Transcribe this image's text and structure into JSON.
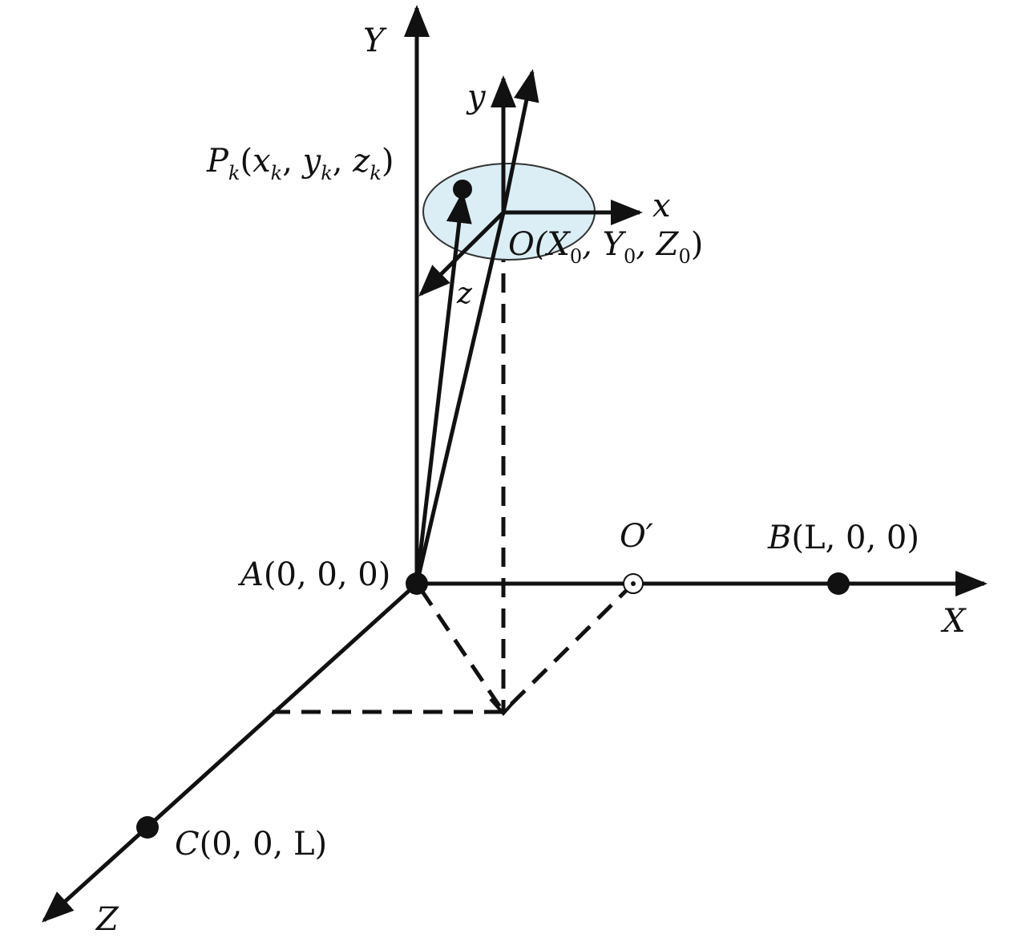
{
  "labels": {
    "axis_Y": "Y",
    "axis_X": "X",
    "axis_Z": "Z",
    "axis_y": "y",
    "axis_x": "x",
    "axis_z": "z",
    "point_P": "P",
    "point_P_sub": "k",
    "point_P_coords_open": "(",
    "point_P_x": "x",
    "point_P_y": "y",
    "point_P_z": "z",
    "point_P_k": "k",
    "point_P_close": ")",
    "point_O_text": "O(X",
    "point_O_sub0": "0",
    "point_O_mid1": ", Y",
    "point_O_mid2": ", Z",
    "point_O_close": ")",
    "point_A": "A",
    "point_A_coords": "(0, 0, 0)",
    "point_B": "B",
    "point_B_coords": "(L, 0, 0)",
    "point_C": "C",
    "point_C_coords": "(0, 0, L)",
    "point_O_prime": "O′"
  },
  "colors": {
    "stroke": "#111111",
    "ellipse_fill": "#dbeef5",
    "ellipse_stroke": "#333333"
  }
}
